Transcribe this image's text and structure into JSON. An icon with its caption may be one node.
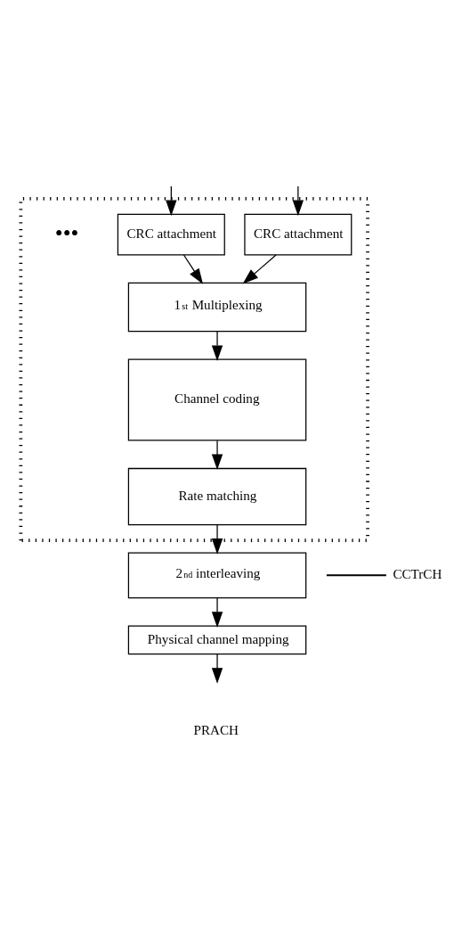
{
  "diagram": {
    "nodes": [
      {
        "text": [],
        "shape": "box"
      },
      {
        "text": [
          "CRC attachment"
        ],
        "in": 0
      },
      {
        "text": [
          "CRC attachment"
        ],
        "in": 0
      },
      {
        "text": [
          "1$^{st}$ Multiplexing"
        ],
        "in": 0
      },
      {
        "text": [
          "Channel coding"
        ],
        "in": 0
      },
      {
        "text": [
          "Rate matching"
        ],
        "in": 0
      },
      {
        "text": [
          "2$^{nd}$ interleaving"
        ]
      },
      {
        "text": [
          "Physical channel mapping"
        ]
      },
      {
        "text": [
          "CCTrCH"
        ]
      }
    ],
    "edges": [
      {
        "from": null,
        "to": 1,
        "arrow": "to"
      },
      {
        "from": null,
        "to": 2,
        "arrow": "to"
      },
      {
        "from": 1,
        "to": 3,
        "arrow": "to"
      },
      {
        "from": 2,
        "to": 3,
        "arrow": "to"
      },
      {
        "from": 3,
        "to": 4,
        "arrow": "to"
      },
      {
        "from": 4,
        "to": 5,
        "arrow": "to"
      },
      {
        "from": 5,
        "to": 6,
        "arrow": "to"
      },
      {
        "from": 6,
        "to": 7,
        "arrow": "to"
      },
      {
        "from": 7,
        "to": null,
        "arrow": "to"
      },
      {
        "from": 8,
        "to": null,
        "arrow": "none"
      }
    ],
    "labels": [
      "•••",
      "PRACH"
    ]
  }
}
